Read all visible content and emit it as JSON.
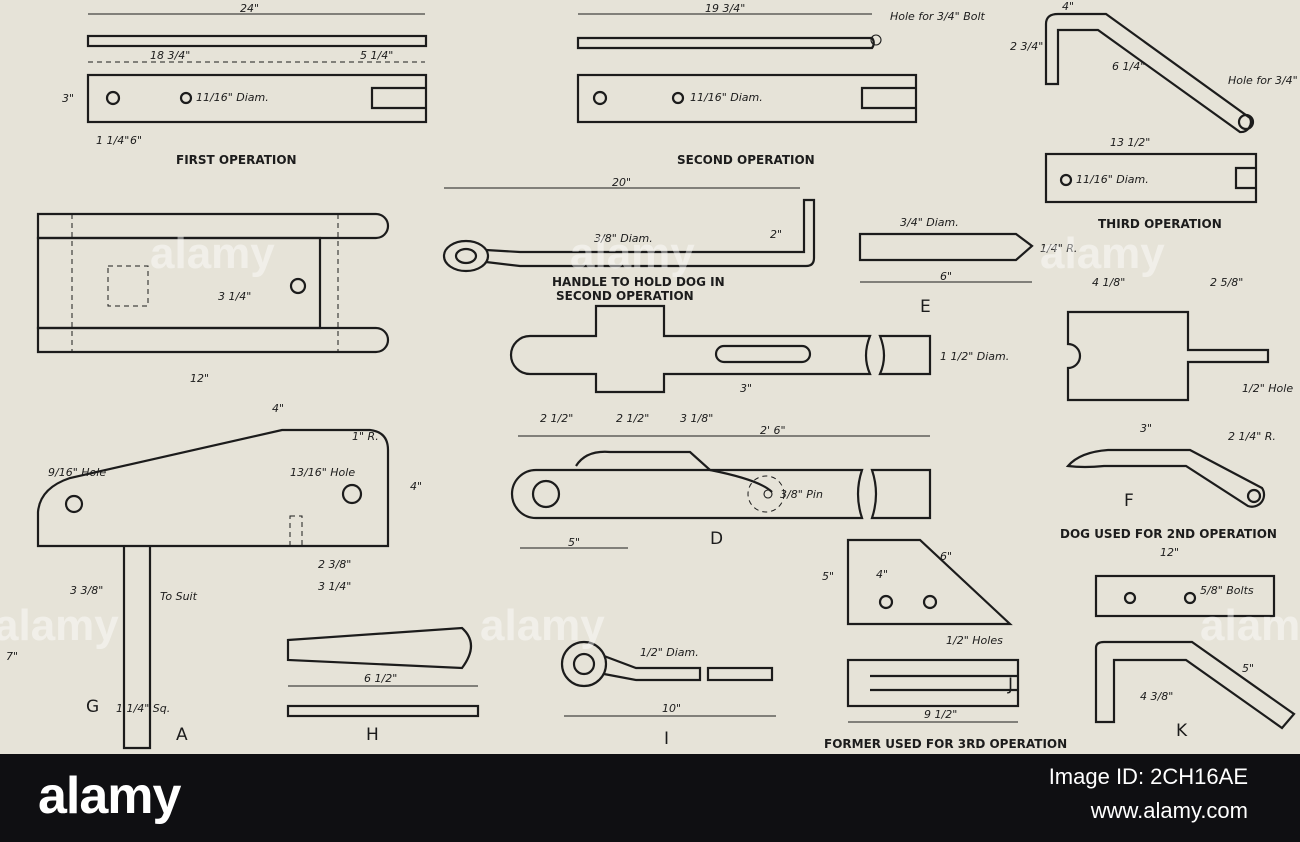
{
  "labels": {
    "first": "FIRST OPERATION",
    "second": "SECOND OPERATION",
    "third": "THIRD OPERATION",
    "handle1": "HANDLE TO HOLD DOG IN",
    "handle2": "SECOND OPERATION",
    "dog": "DOG USED FOR 2ND OPERATION",
    "former": "FORMER USED FOR 3RD OPERATION"
  },
  "letters": {
    "a": "A",
    "d": "D",
    "e": "E",
    "f": "F",
    "g": "G",
    "h": "H",
    "i": "I",
    "j": "J",
    "k": "K"
  },
  "dims": {
    "d24": "24\"",
    "d18_3_4": "18 3/4\"",
    "d5_1_4": "5 1/4\"",
    "d3": "3\"",
    "d6": "6\"",
    "d1_1_4": "1 1/4\"",
    "diam11_16": "11/16\" Diam.",
    "d19_3_4": "19 3/4\"",
    "hole34": "Hole for 3/4\" Bolt",
    "d4": "4\"",
    "d13_1_2": "13 1/2\"",
    "d2_3_4": "2 3/4\"",
    "d6_1_4": "6 1/4\"",
    "d20": "20\"",
    "diam3_8": "3/8\" Diam.",
    "d2": "2\"",
    "diam3_4": "3/4\" Diam.",
    "d1": "1\"",
    "r1_4": "1/4\" R.",
    "d4_1_8": "4 1/8\"",
    "d2_5_8": "2 5/8\"",
    "hole1_2": "1/2\" Hole",
    "d12": "12\"",
    "hole9_16": "9/16\" Hole",
    "hole13_16": "13/16\" Hole",
    "r1": "1\" R.",
    "d2_1_2": "2 1/2\"",
    "d3_1_8": "3 1/8\"",
    "d2_6": "2' 6\"",
    "pin3_8": "3/8\" Pin",
    "d5": "5\"",
    "diam1_1_2": "1 1/2\" Diam.",
    "r2_1_4": "2 1/4\" R.",
    "d3_1_4": "3 1/4\"",
    "d2_3_8": "2 3/8\"",
    "d3_3_8": "3 3/8\"",
    "tosuit": "To Suit",
    "d7": "7\"",
    "sq1_1_4": "1 1/4\" Sq.",
    "d6_1_2": "6 1/2\"",
    "diam1_2": "1/2\" Diam.",
    "d10": "10\"",
    "d9_1_2": "9 1/2\"",
    "holes1_2": "1/2\" Holes",
    "bolts5_8": "5/8\" Bolts",
    "d4_3_8": "4 3/8\"",
    "d2_3_8b": "2 3/8\""
  },
  "watermark": "alamy",
  "footer": {
    "logo": "alamy",
    "image_id": "Image ID: 2CH16AE",
    "url": "www.alamy.com"
  }
}
